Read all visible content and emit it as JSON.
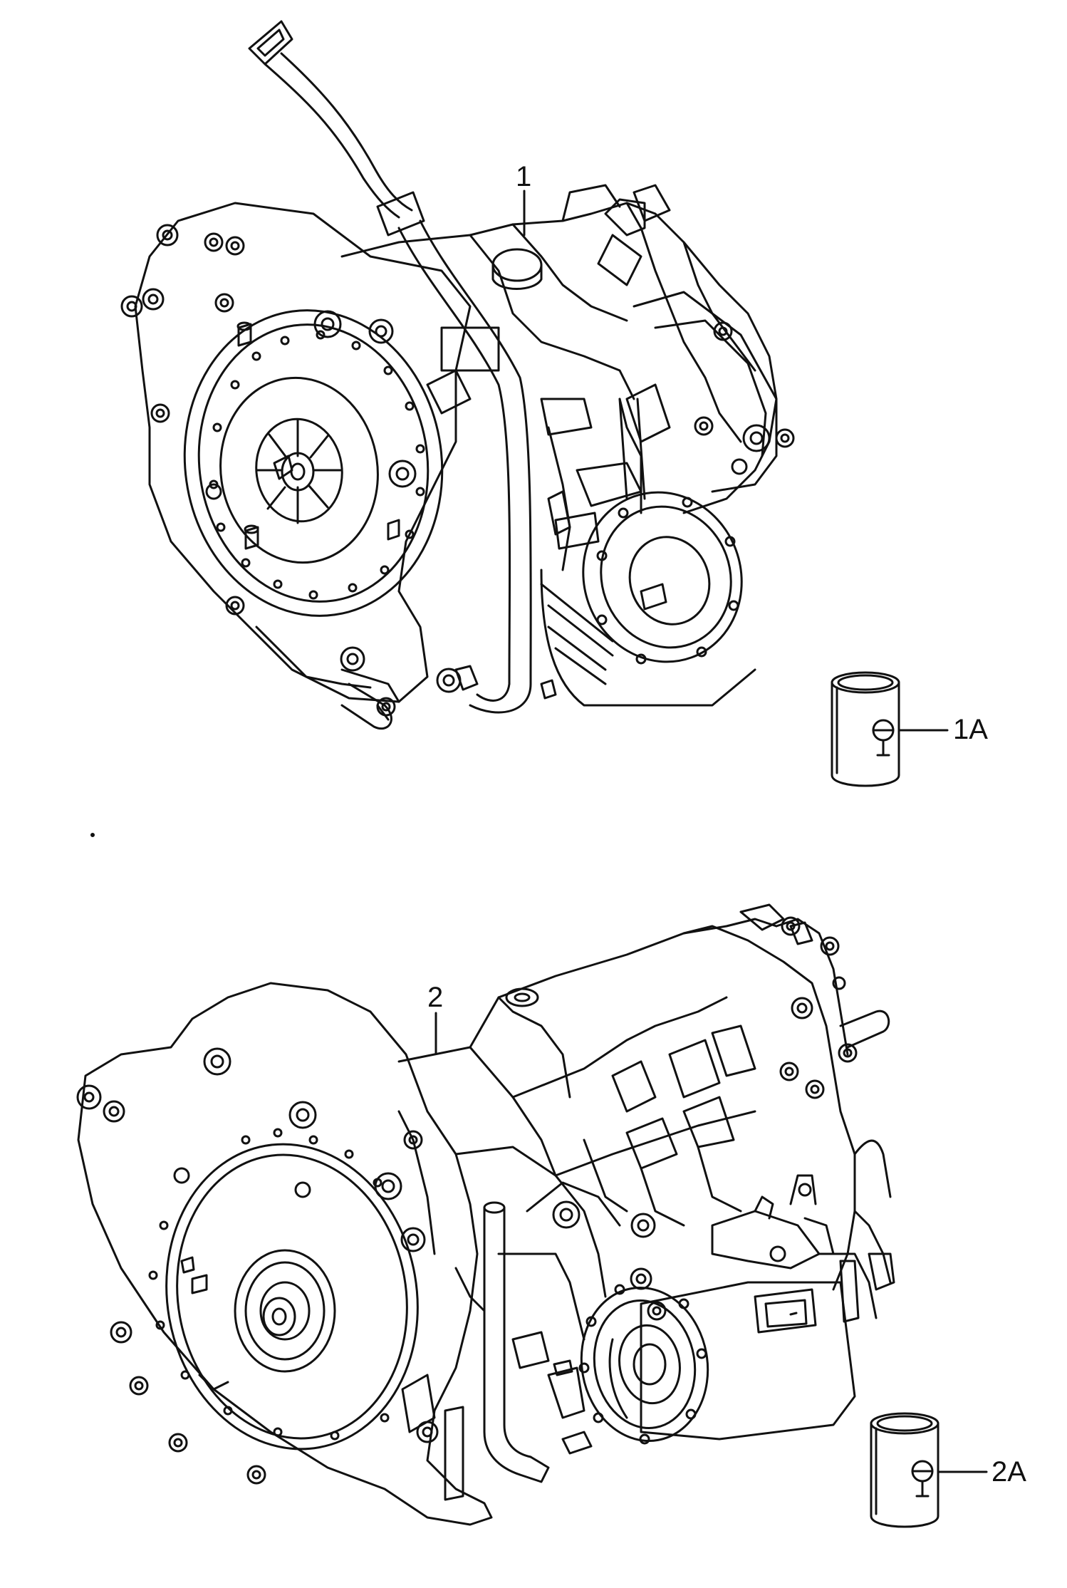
{
  "callouts": {
    "part1": "1",
    "part1a": "1A",
    "part2": "2",
    "part2a": "2A"
  },
  "colors": {
    "line": "#111111",
    "background": "#ffffff"
  },
  "icons": {
    "transmission_1": "transmission-assembly-drawing",
    "transmission_2": "transmission-assembly-drawing",
    "fluid_can": "oil-can-drawing"
  }
}
